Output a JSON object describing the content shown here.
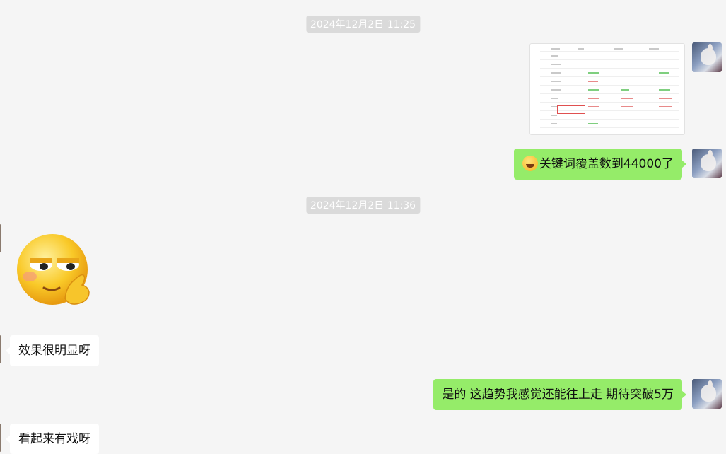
{
  "timestamps": [
    "2024年12月2日 11:25",
    "2024年12月2日 11:36"
  ],
  "messages": {
    "m2": "关键词覆盖数到44000了",
    "m4": "效果很明显呀",
    "m5": "是的 这趋势我感觉还能往上走 期待突破5万",
    "m6": "看起来有戏呀"
  },
  "colors": {
    "sent_bubble": "#95ec69",
    "received_bubble": "#ffffff",
    "background": "#f5f5f5",
    "timestamp_bg": "#dadada"
  }
}
